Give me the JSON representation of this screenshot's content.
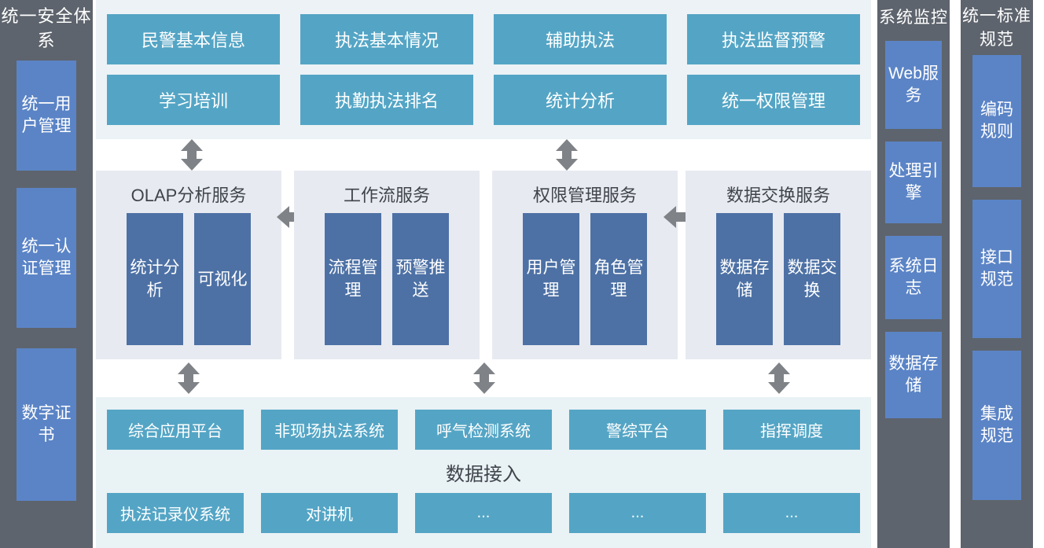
{
  "rails": {
    "left": {
      "title": "统一安全体系",
      "items": [
        {
          "label": "统一用户管理"
        },
        {
          "label": "统一认证管理"
        },
        {
          "label": "数字证书"
        }
      ]
    },
    "monitor": {
      "title": "系统监控",
      "items": [
        {
          "label": "Web服务"
        },
        {
          "label": "处理引擎"
        },
        {
          "label": "系统日志"
        },
        {
          "label": "数据存储"
        }
      ]
    },
    "standard": {
      "title": "统一标准规范",
      "items": [
        {
          "label": "编码规则"
        },
        {
          "label": "接口规范"
        },
        {
          "label": "集成规范"
        }
      ]
    }
  },
  "applications": {
    "items": [
      {
        "label": "民警基本信息"
      },
      {
        "label": "执法基本情况"
      },
      {
        "label": "辅助执法"
      },
      {
        "label": "执法监督预警"
      },
      {
        "label": "学习培训"
      },
      {
        "label": "执勤执法排名"
      },
      {
        "label": "统计分析"
      },
      {
        "label": "统一权限管理"
      }
    ]
  },
  "services": {
    "panels": [
      {
        "title": "OLAP分析服务",
        "items": [
          {
            "label": "统计分析"
          },
          {
            "label": "可视化"
          }
        ]
      },
      {
        "title": "工作流服务",
        "items": [
          {
            "label": "流程管理"
          },
          {
            "label": "预警推送"
          }
        ]
      },
      {
        "title": "权限管理服务",
        "items": [
          {
            "label": "用户管理"
          },
          {
            "label": "角色管理"
          }
        ]
      },
      {
        "title": "数据交换服务",
        "items": [
          {
            "label": "数据存储"
          },
          {
            "label": "数据交换"
          }
        ]
      }
    ]
  },
  "data_access": {
    "label": "数据接入",
    "row1": [
      {
        "label": "综合应用平台"
      },
      {
        "label": "非现场执法系统"
      },
      {
        "label": "呼气检测系统"
      },
      {
        "label": "警综平台"
      },
      {
        "label": "指挥调度"
      }
    ],
    "row2": [
      {
        "label": "执法记录仪系统"
      },
      {
        "label": "对讲机"
      },
      {
        "label": "..."
      },
      {
        "label": "..."
      },
      {
        "label": "..."
      }
    ]
  },
  "colors": {
    "rail_background": "#5e646d",
    "rail_box": "#5b84c6",
    "app_box": "#54a5c5",
    "service_box": "#4d71a5",
    "service_panel": "#e8eaf1",
    "app_band": "#ecf2f5",
    "data_band": "#e9f2f5",
    "arrow": "#7f8387"
  }
}
